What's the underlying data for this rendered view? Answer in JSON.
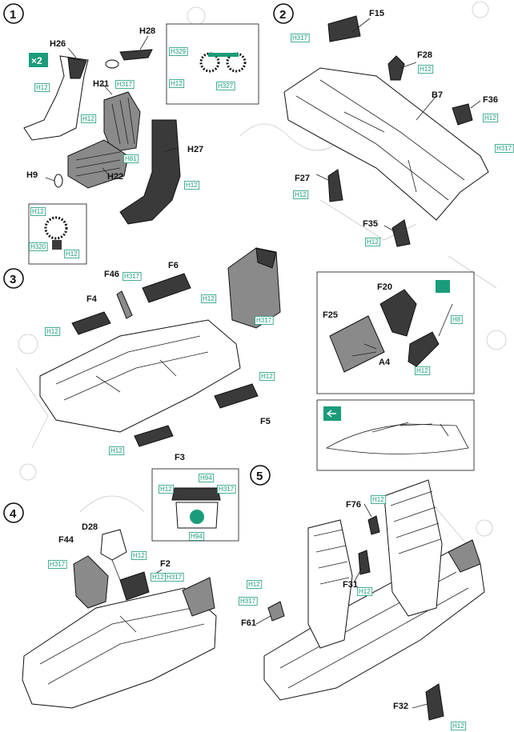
{
  "colors": {
    "paint_ref": "#1a9c7a",
    "ink": "#111111",
    "ghost": "#c9c9c9"
  },
  "steps": [
    {
      "number": "1",
      "quantity_badge": "×2",
      "parts": [
        "H26",
        "H28",
        "H21",
        "H27",
        "H22",
        "H9"
      ],
      "paint_refs": [
        "H12",
        "H317",
        "H12",
        "H81",
        "H12",
        "H12",
        "H320",
        "H12",
        "H329",
        "H12",
        "H327"
      ]
    },
    {
      "number": "2",
      "parts": [
        "F15",
        "F28",
        "B7",
        "F36",
        "F27",
        "F35"
      ],
      "paint_refs": [
        "H317",
        "H12",
        "H12",
        "H317",
        "H12",
        "H12"
      ]
    },
    {
      "number": "3",
      "parts": [
        "F46",
        "F6",
        "F4",
        "F5",
        "F3",
        "F20",
        "F25",
        "A4"
      ],
      "paint_refs": [
        "H317",
        "H12",
        "H12",
        "H12",
        "H12",
        "H317",
        "H8",
        "H12"
      ]
    },
    {
      "number": "4",
      "parts": [
        "D28",
        "F44",
        "F2"
      ],
      "paint_refs": [
        "H12",
        "H317",
        "H12",
        "H317",
        "H94",
        "H12",
        "H317",
        "H94"
      ]
    },
    {
      "number": "5",
      "parts": [
        "F76",
        "F31",
        "F61",
        "F32"
      ],
      "paint_refs": [
        "H12",
        "H12",
        "H12",
        "H317",
        "H12"
      ]
    }
  ]
}
